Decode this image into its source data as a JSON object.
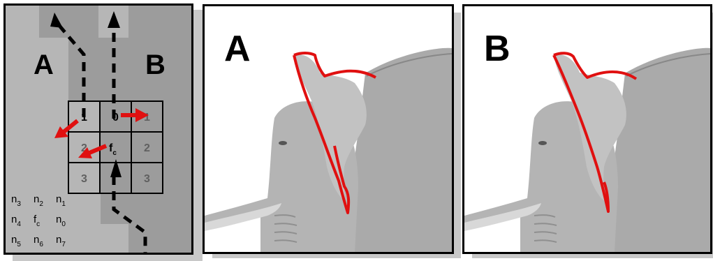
{
  "panel1": {
    "region_a": "A",
    "region_b": "B",
    "grid": {
      "cells": [
        {
          "label": "1",
          "sub": ""
        },
        {
          "label": "0",
          "sub": ""
        },
        {
          "label": "1",
          "sub": ""
        },
        {
          "label": "2",
          "sub": ""
        },
        {
          "label": "f",
          "sub": "c"
        },
        {
          "label": "2",
          "sub": ""
        },
        {
          "label": "3",
          "sub": ""
        },
        {
          "label": "",
          "sub": ""
        },
        {
          "label": "3",
          "sub": ""
        }
      ]
    },
    "legend": [
      [
        {
          "b": "n",
          "s": "3"
        },
        {
          "b": "n",
          "s": "2"
        },
        {
          "b": "n",
          "s": "1"
        }
      ],
      [
        {
          "b": "n",
          "s": "4"
        },
        {
          "b": "f",
          "s": "c"
        },
        {
          "b": "n",
          "s": "0"
        }
      ],
      [
        {
          "b": "n",
          "s": "5"
        },
        {
          "b": "n",
          "s": "6"
        },
        {
          "b": "n",
          "s": "7"
        }
      ]
    ]
  },
  "panel2": {
    "label": "A"
  },
  "panel3": {
    "label": "B"
  },
  "colors": {
    "contour": "#e01010",
    "arrow_red": "#e01010",
    "bg_light": "#b4b4b4",
    "bg_dark": "#9a9a9a"
  }
}
